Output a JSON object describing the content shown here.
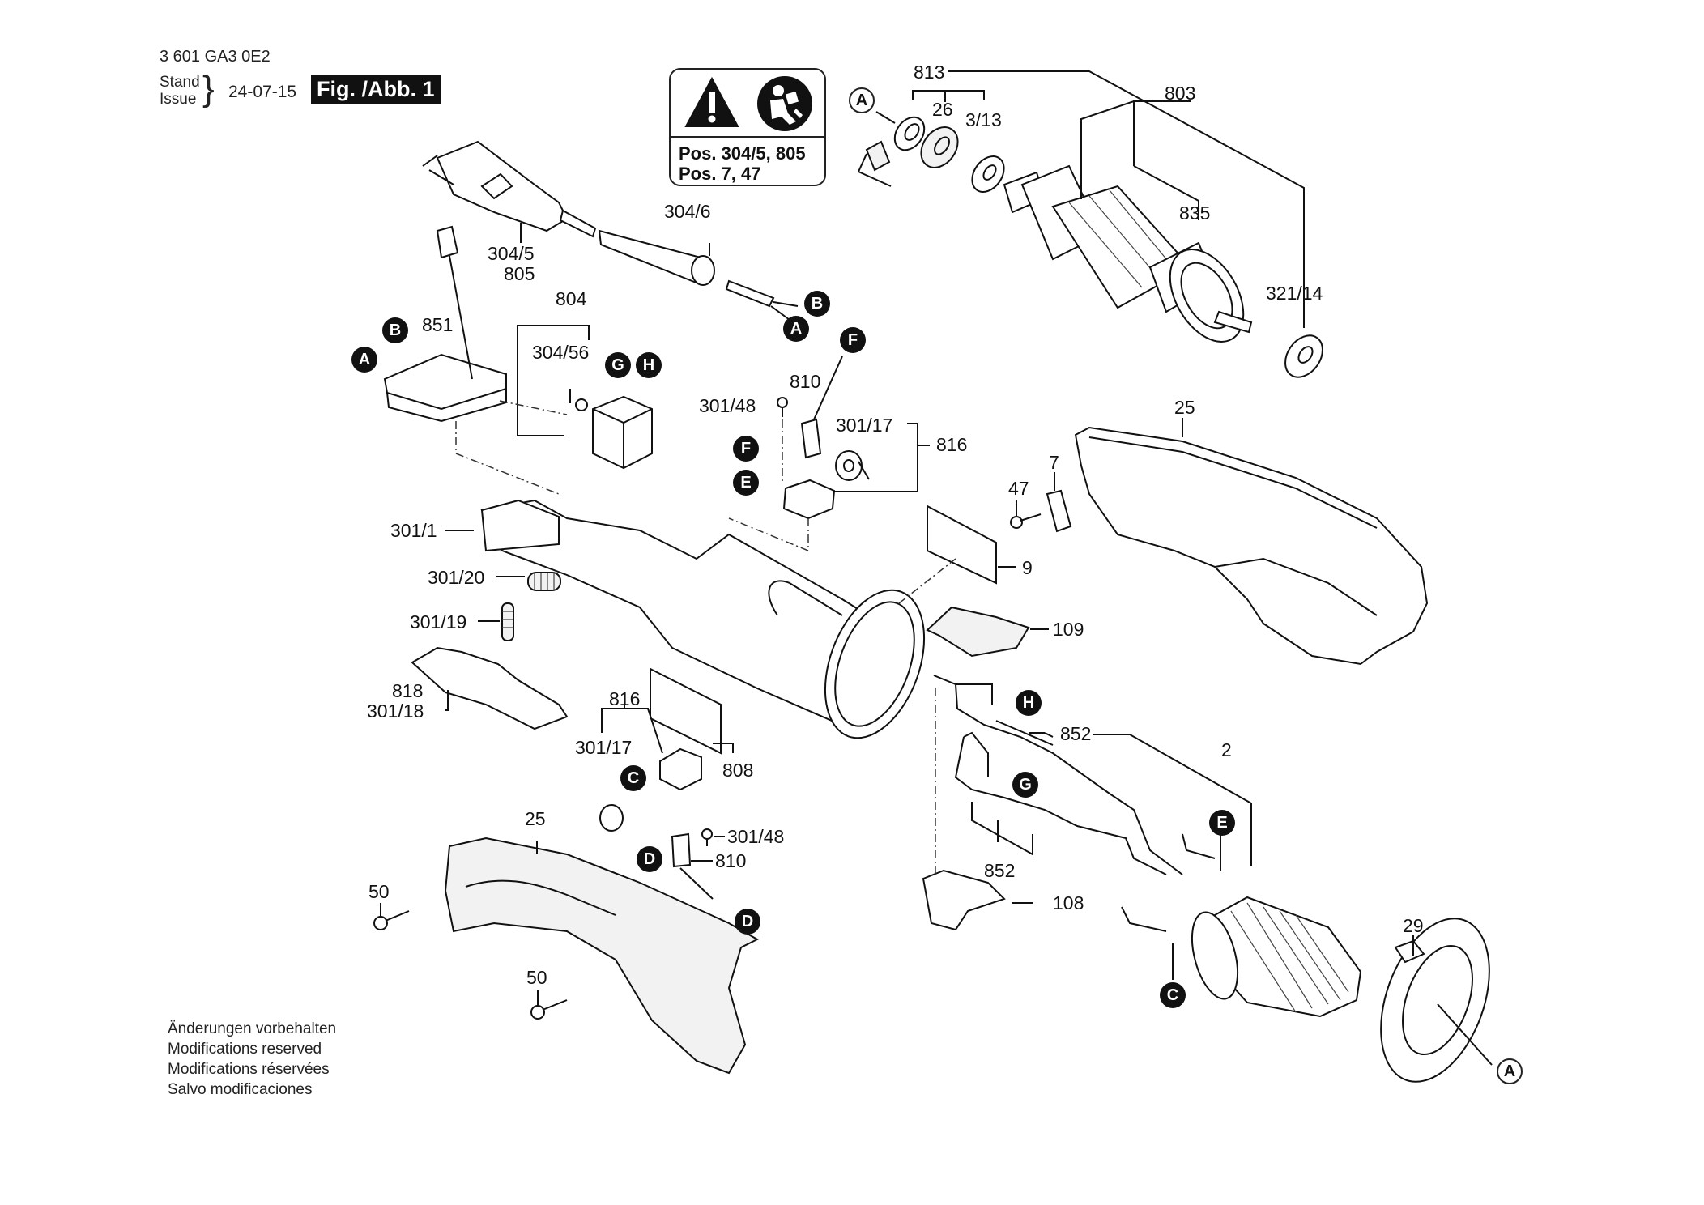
{
  "header": {
    "part_number": "3 601 GA3 0E2",
    "stand_label": "Stand",
    "issue_label": "Issue",
    "brace": "}",
    "date": "24-07-15",
    "figure_label": "Fig. /Abb. 1"
  },
  "warning_box": {
    "icons": [
      "warning-triangle-icon",
      "read-manual-icon"
    ],
    "line1": "Pos. 304/5, 805",
    "line2": "Pos. 7, 47"
  },
  "part_labels": {
    "p813": "813",
    "p803": "803",
    "p26": "26",
    "p3_13": "3/13",
    "p835": "835",
    "p321_14": "321/14",
    "p304_6": "304/6",
    "p304_5": "304/5",
    "p805": "805",
    "p804": "804",
    "p851": "851",
    "p304_56": "304/56",
    "p810_top": "810",
    "p301_48_top": "301/48",
    "p301_17_top": "301/17",
    "p816_top": "816",
    "p25_right": "25",
    "p47": "47",
    "p7": "7",
    "p9": "9",
    "p109": "109",
    "p301_1": "301/1",
    "p301_20": "301/20",
    "p301_19": "301/19",
    "p818": "818",
    "p301_18": "301/18",
    "p816_bottom": "816",
    "p301_17_bottom": "301/17",
    "p808": "808",
    "p301_48_bottom": "301/48",
    "p810_bottom": "810",
    "p25_left": "25",
    "p50_left": "50",
    "p50_bottom": "50",
    "p852_top": "852",
    "p852_bottom": "852",
    "p2": "2",
    "p108": "108",
    "p29": "29"
  },
  "callouts": {
    "a_open_top": "A",
    "a_open_bottom": "A",
    "a_plug": "A",
    "b_plug": "B",
    "a_switch": "A",
    "b_switch": "B",
    "g_switch": "G",
    "h_switch": "H",
    "f_top": "F",
    "f_mid": "F",
    "e_mid": "E",
    "c_bottom": "C",
    "d_bottom1": "D",
    "d_bottom2": "D",
    "h_wire": "H",
    "g_wire": "G",
    "e_field": "E",
    "c_field": "C"
  },
  "footer": {
    "lines": [
      "Änderungen vorbehalten",
      "Modifications reserved",
      "Modifications réservées",
      "Salvo modificaciones"
    ]
  }
}
